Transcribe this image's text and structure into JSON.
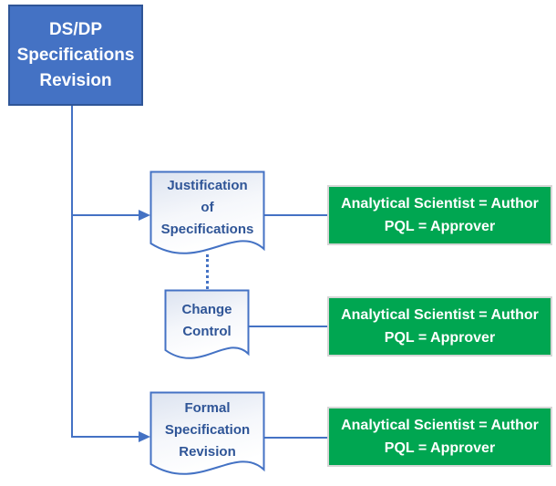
{
  "colors": {
    "accent_blue": "#4472c4",
    "root_box_fill": "#4472c4",
    "root_box_border": "#2f5597",
    "doc_border_blue": "#4472c4",
    "doc_text_blue": "#2f5597",
    "doc_fill_top": "#dce3f0",
    "doc_fill_bottom": "#ffffff",
    "role_box_green": "#00a651",
    "role_box_border_gray": "#d6d6d6",
    "text_white": "#ffffff",
    "background": "#ffffff"
  },
  "nodes": {
    "root": {
      "label": "DS/DP\nSpecifications\nRevision"
    },
    "justification": {
      "label": "Justification\nof\nSpecifications"
    },
    "change_control": {
      "label": "Change\nControl"
    },
    "formal_revision": {
      "label": "Formal\nSpecification\nRevision"
    }
  },
  "roles": [
    {
      "label": "Analytical Scientist = Author\nPQL = Approver"
    },
    {
      "label": "Analytical Scientist = Author\nPQL = Approver"
    },
    {
      "label": "Analytical Scientist = Author\nPQL = Approver"
    }
  ]
}
